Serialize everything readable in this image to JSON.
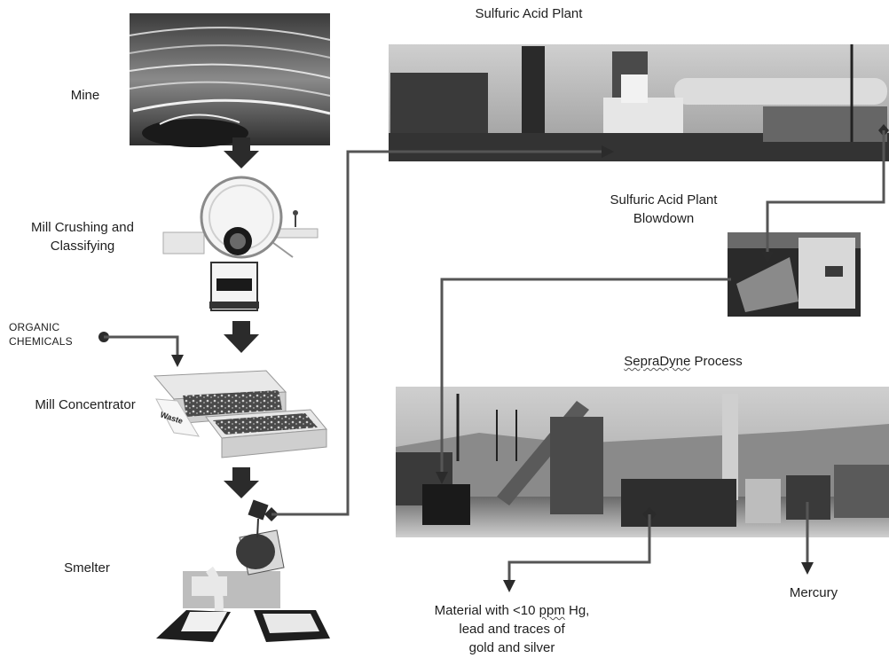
{
  "labels": {
    "mine": "Mine",
    "mill_crushing": "Mill Crushing and Classifying",
    "organic_chemicals": "ORGANIC CHEMICALS",
    "mill_concentrator": "Mill Concentrator",
    "smelter": "Smelter",
    "sulfuric_acid_plant": "Sulfuric Acid Plant",
    "sulfuric_acid_blowdown": "Sulfuric Acid Plant Blowdown",
    "sepradyne_prefix": "",
    "sepradyne_name": "SepraDyne",
    "sepradyne_suffix": " Process",
    "material_line1": "Material with <10 ",
    "material_ppm": "ppm",
    "material_line1_end": " Hg,",
    "material_line2": "lead and traces of",
    "material_line3": "gold and silver",
    "mercury": "Mercury"
  },
  "waste_label": "Waste",
  "colors": {
    "connector": "#555555",
    "arrow_block": "#2b2b2b",
    "photo_dark": "#2a2a2a",
    "photo_light": "#d8d8d8",
    "sky": "#bdbdbd"
  }
}
